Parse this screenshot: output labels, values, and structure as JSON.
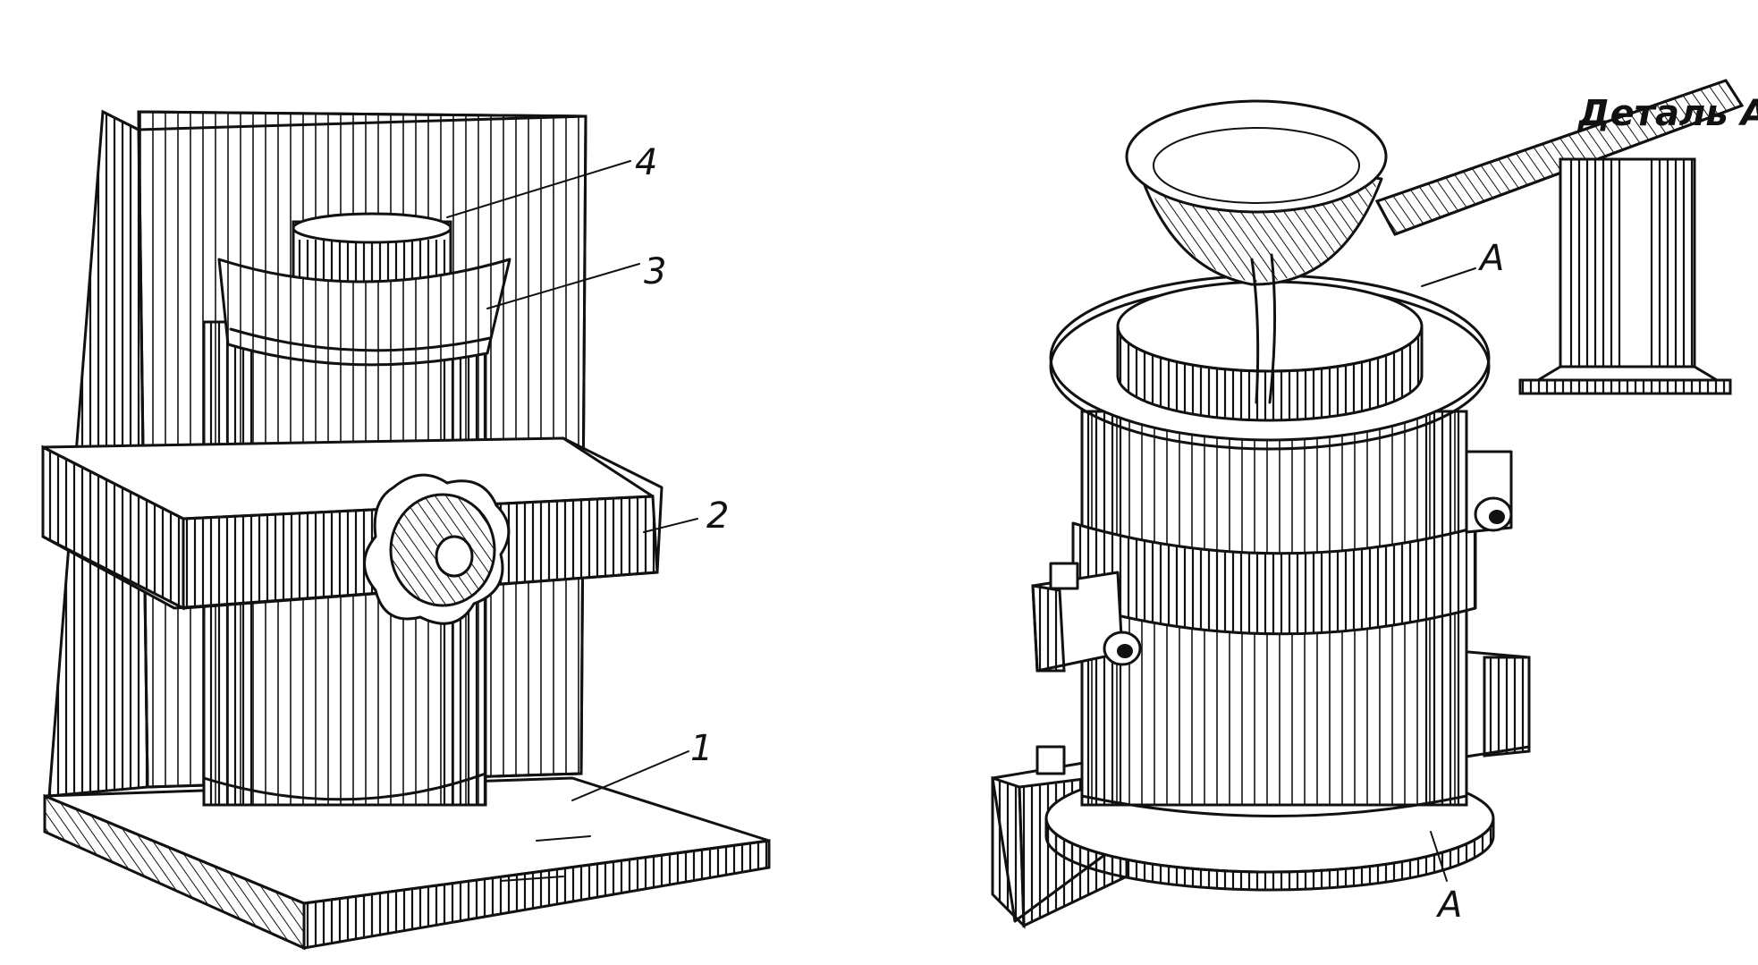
{
  "left_figure": {
    "callouts": [
      "1",
      "2",
      "3",
      "4"
    ]
  },
  "right_figure": {
    "marker_top": "А",
    "marker_bottom": "А",
    "detail_title": "Деталь А"
  },
  "colors": {
    "ink": "#111111",
    "paper": "#ffffff"
  }
}
